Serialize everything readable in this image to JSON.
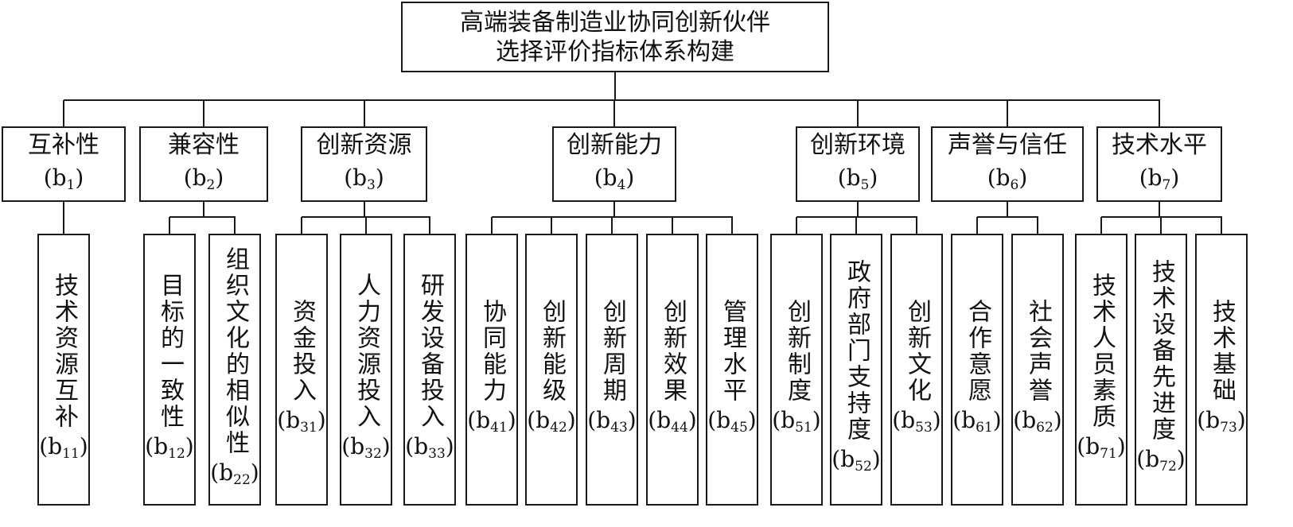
{
  "root": {
    "line1": "高端装备制造业协同创新伙伴",
    "line2": "选择评价指标体系构建"
  },
  "criteria": [
    {
      "name": "互补性",
      "code": "b",
      "sub": "1",
      "indicators": [
        {
          "name": "技术资源互补",
          "code": "b",
          "sub": "11"
        }
      ]
    },
    {
      "name": "兼容性",
      "code": "b",
      "sub": "2",
      "indicators": [
        {
          "name": "目标的一致性",
          "code": "b",
          "sub": "12"
        },
        {
          "name": "组织文化的相似性",
          "code": "b",
          "sub": "22"
        }
      ]
    },
    {
      "name": "创新资源",
      "code": "b",
      "sub": "3",
      "indicators": [
        {
          "name": "资金投入",
          "code": "b",
          "sub": "31"
        },
        {
          "name": "人力资源投入",
          "code": "b",
          "sub": "32"
        },
        {
          "name": "研发设备投入",
          "code": "b",
          "sub": "33"
        }
      ]
    },
    {
      "name": "创新能力",
      "code": "b",
      "sub": "4",
      "indicators": [
        {
          "name": "协同能力",
          "code": "b",
          "sub": "41"
        },
        {
          "name": "创新能级",
          "code": "b",
          "sub": "42"
        },
        {
          "name": "创新周期",
          "code": "b",
          "sub": "43"
        },
        {
          "name": "创新效果",
          "code": "b",
          "sub": "44"
        },
        {
          "name": "管理水平",
          "code": "b",
          "sub": "45"
        }
      ]
    },
    {
      "name": "创新环境",
      "code": "b",
      "sub": "5",
      "indicators": [
        {
          "name": "创新制度",
          "code": "b",
          "sub": "51"
        },
        {
          "name": "政府部门支持度",
          "code": "b",
          "sub": "52"
        },
        {
          "name": "创新文化",
          "code": "b",
          "sub": "53"
        }
      ]
    },
    {
      "name": "声誉与信任",
      "code": "b",
      "sub": "6",
      "indicators": [
        {
          "name": "合作意愿",
          "code": "b",
          "sub": "61"
        },
        {
          "name": "社会声誉",
          "code": "b",
          "sub": "62"
        }
      ]
    },
    {
      "name": "技术水平",
      "code": "b",
      "sub": "7",
      "indicators": [
        {
          "name": "技术人员素质",
          "code": "b",
          "sub": "71"
        },
        {
          "name": "技术设备先进度",
          "code": "b",
          "sub": "72"
        },
        {
          "name": "技术基础",
          "code": "b",
          "sub": "73"
        }
      ]
    }
  ]
}
